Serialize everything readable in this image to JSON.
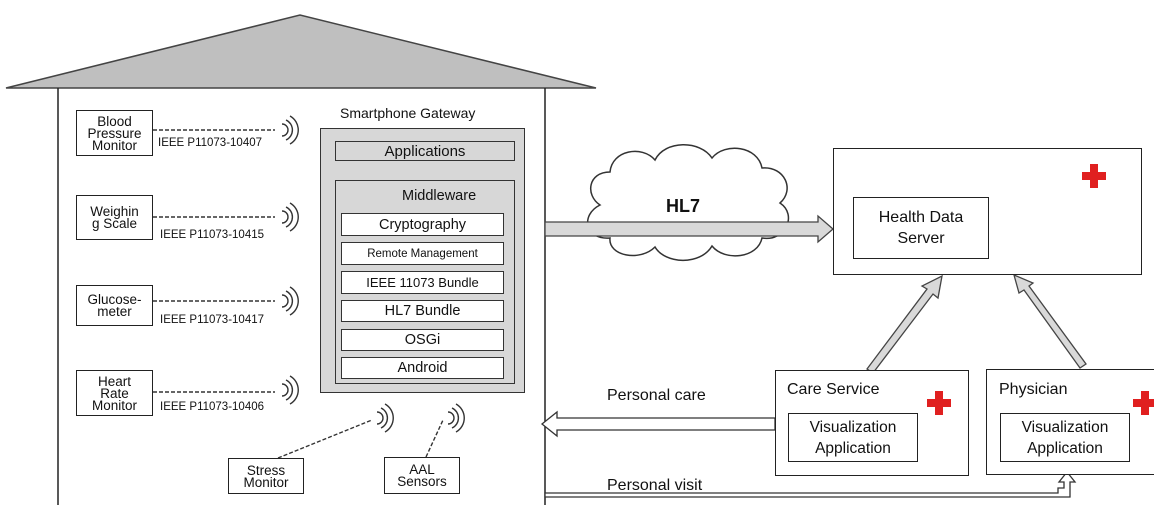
{
  "devices": [
    {
      "lines": [
        "Blood",
        "Pressure",
        "Monitor"
      ],
      "standard": "IEEE P11073-10407"
    },
    {
      "lines": [
        "Weighin",
        "g Scale"
      ],
      "standard": "IEEE P11073-10415"
    },
    {
      "lines": [
        "Glucose-",
        "meter"
      ],
      "standard": "IEEE P11073-10417"
    },
    {
      "lines": [
        "Heart",
        "Rate",
        "Monitor"
      ],
      "standard": "IEEE P11073-10406"
    }
  ],
  "sensors": [
    {
      "lines": [
        "Stress",
        "Monitor"
      ]
    },
    {
      "lines": [
        "AAL",
        "Sensors"
      ]
    }
  ],
  "gateway": {
    "title": "Smartphone Gateway",
    "applications": "Applications",
    "middleware": {
      "title": "Middleware",
      "layers": [
        "Cryptography",
        "Remote Management",
        "IEEE 11073 Bundle",
        "HL7 Bundle",
        "OSGi",
        "Android"
      ]
    }
  },
  "cloud": {
    "label": "HL7"
  },
  "server": {
    "lines": [
      "Health Data",
      "Server"
    ]
  },
  "care_service": {
    "title": "Care Service",
    "app_lines": [
      "Visualization",
      "Application"
    ]
  },
  "physician": {
    "title": "Physician",
    "app_lines": [
      "Visualization",
      "Application"
    ]
  },
  "arrows": {
    "personal_care": "Personal care",
    "personal_visit": "Personal visit"
  },
  "colors": {
    "cross": "#e02020",
    "arrow_fill": "#d9d9d9",
    "panel_gray": "#d7d7d7",
    "roof": "#bfbfbf"
  }
}
